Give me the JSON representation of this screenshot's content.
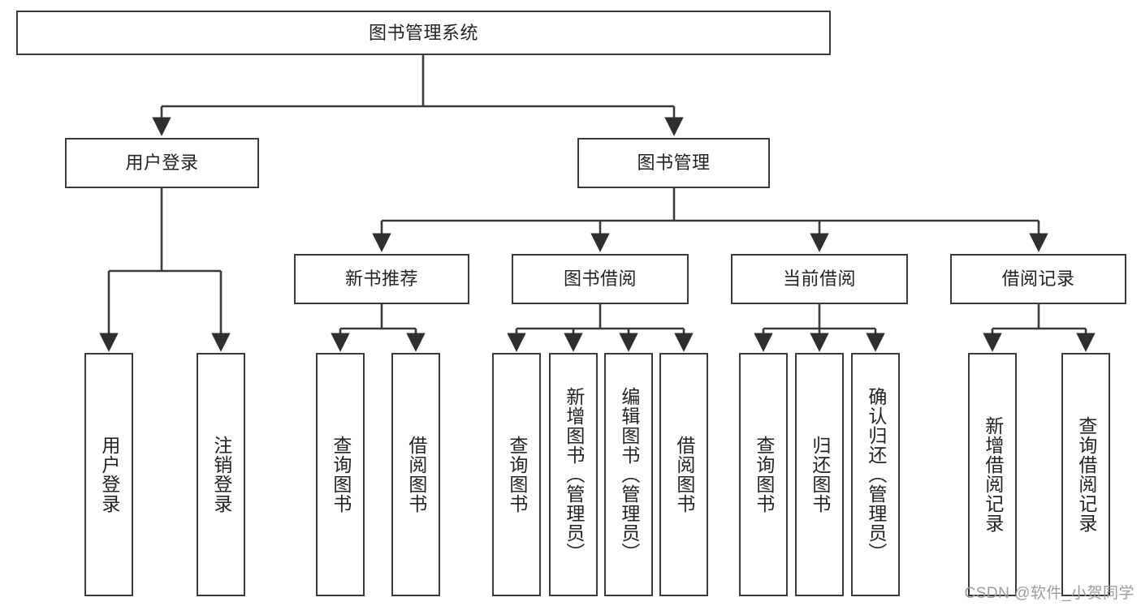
{
  "diagram": {
    "title": "图书管理系统",
    "type": "tree-hierarchy",
    "root": {
      "label": "图书管理系统"
    },
    "level2": [
      {
        "label": "用户登录"
      },
      {
        "label": "图书管理"
      }
    ],
    "level3": [
      {
        "label": "新书推荐"
      },
      {
        "label": "图书借阅"
      },
      {
        "label": "当前借阅"
      },
      {
        "label": "借阅记录"
      }
    ],
    "leaves": {
      "user_login": [
        {
          "label": "用户登录"
        },
        {
          "label": "注销登录"
        }
      ],
      "new_book_recommend": [
        {
          "label": "查询图书"
        },
        {
          "label": "借阅图书"
        }
      ],
      "book_borrow": [
        {
          "label": "查询图书"
        },
        {
          "label": "新增图书（管理员）"
        },
        {
          "label": "编辑图书（管理员）"
        },
        {
          "label": "借阅图书"
        }
      ],
      "current_borrow": [
        {
          "label": "查询图书"
        },
        {
          "label": "归还图书"
        },
        {
          "label": "确认归还（管理员）"
        }
      ],
      "borrow_record": [
        {
          "label": "新增借阅记录"
        },
        {
          "label": "查询借阅记录"
        }
      ]
    }
  },
  "watermark": {
    "text": "CSDN @软件_小贺同学"
  },
  "colors": {
    "stroke": "#3a3a3a",
    "text": "#232323",
    "background": "#ffffff",
    "watermark": "#9c9c9c"
  }
}
